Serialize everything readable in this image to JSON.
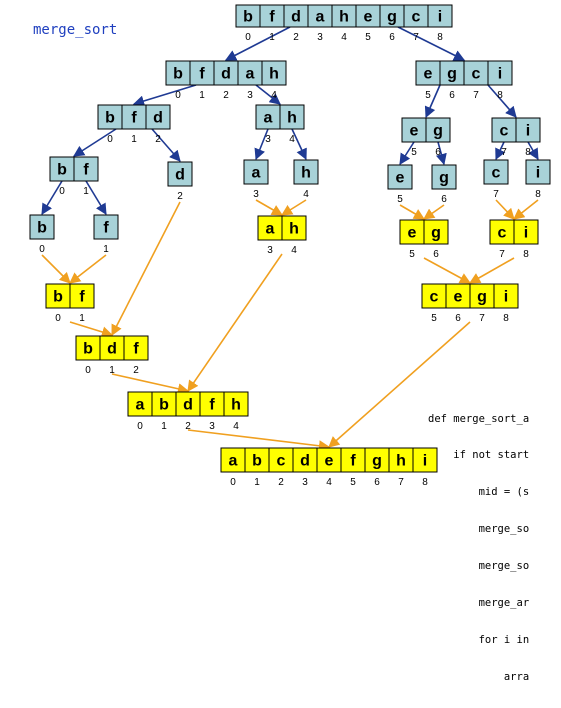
{
  "title": "merge_sort",
  "colors": {
    "split_fill": "#a8d2d8",
    "merge_fill": "#ffff00",
    "split_arrow": "#1f3a93",
    "merge_arrow": "#f0a020",
    "title": "#1f3fbf"
  },
  "nodes": [
    {
      "id": "n0",
      "kind": "split",
      "letters": [
        "b",
        "f",
        "d",
        "a",
        "h",
        "e",
        "g",
        "c",
        "i"
      ],
      "indices": [
        "0",
        "1",
        "2",
        "3",
        "4",
        "5",
        "6",
        "7",
        "8"
      ]
    },
    {
      "id": "n1",
      "kind": "split",
      "letters": [
        "b",
        "f",
        "d",
        "a",
        "h"
      ],
      "indices": [
        "0",
        "1",
        "2",
        "3",
        "4"
      ]
    },
    {
      "id": "n2",
      "kind": "split",
      "letters": [
        "e",
        "g",
        "c",
        "i"
      ],
      "indices": [
        "5",
        "6",
        "7",
        "8"
      ]
    },
    {
      "id": "n3",
      "kind": "split",
      "letters": [
        "b",
        "f",
        "d"
      ],
      "indices": [
        "0",
        "1",
        "2"
      ]
    },
    {
      "id": "n4",
      "kind": "split",
      "letters": [
        "a",
        "h"
      ],
      "indices": [
        "3",
        "4"
      ]
    },
    {
      "id": "n5",
      "kind": "split",
      "letters": [
        "e",
        "g"
      ],
      "indices": [
        "5",
        "6"
      ]
    },
    {
      "id": "n6",
      "kind": "split",
      "letters": [
        "c",
        "i"
      ],
      "indices": [
        "7",
        "8"
      ]
    },
    {
      "id": "n7",
      "kind": "split",
      "letters": [
        "b",
        "f"
      ],
      "indices": [
        "0",
        "1"
      ]
    },
    {
      "id": "n8",
      "kind": "split",
      "letters": [
        "d"
      ],
      "indices": [
        "2"
      ]
    },
    {
      "id": "n9",
      "kind": "split",
      "letters": [
        "a"
      ],
      "indices": [
        "3"
      ]
    },
    {
      "id": "n10",
      "kind": "split",
      "letters": [
        "h"
      ],
      "indices": [
        "4"
      ]
    },
    {
      "id": "n11",
      "kind": "split",
      "letters": [
        "e"
      ],
      "indices": [
        "5"
      ]
    },
    {
      "id": "n12",
      "kind": "split",
      "letters": [
        "g"
      ],
      "indices": [
        "6"
      ]
    },
    {
      "id": "n13",
      "kind": "split",
      "letters": [
        "c"
      ],
      "indices": [
        "7"
      ]
    },
    {
      "id": "n14",
      "kind": "split",
      "letters": [
        "i"
      ],
      "indices": [
        "8"
      ]
    },
    {
      "id": "n15",
      "kind": "split",
      "letters": [
        "b"
      ],
      "indices": [
        "0"
      ]
    },
    {
      "id": "n16",
      "kind": "split",
      "letters": [
        "f"
      ],
      "indices": [
        "1"
      ]
    },
    {
      "id": "m0",
      "kind": "merge",
      "letters": [
        "a",
        "h"
      ],
      "indices": [
        "3",
        "4"
      ]
    },
    {
      "id": "m1",
      "kind": "merge",
      "letters": [
        "e",
        "g"
      ],
      "indices": [
        "5",
        "6"
      ]
    },
    {
      "id": "m2",
      "kind": "merge",
      "letters": [
        "c",
        "i"
      ],
      "indices": [
        "7",
        "8"
      ]
    },
    {
      "id": "m3",
      "kind": "merge",
      "letters": [
        "b",
        "f"
      ],
      "indices": [
        "0",
        "1"
      ]
    },
    {
      "id": "m4",
      "kind": "merge",
      "letters": [
        "c",
        "e",
        "g",
        "i"
      ],
      "indices": [
        "5",
        "6",
        "7",
        "8"
      ]
    },
    {
      "id": "m5",
      "kind": "merge",
      "letters": [
        "b",
        "d",
        "f"
      ],
      "indices": [
        "0",
        "1",
        "2"
      ]
    },
    {
      "id": "m6",
      "kind": "merge",
      "letters": [
        "a",
        "b",
        "d",
        "f",
        "h"
      ],
      "indices": [
        "0",
        "1",
        "2",
        "3",
        "4"
      ]
    },
    {
      "id": "m7",
      "kind": "merge",
      "letters": [
        "a",
        "b",
        "c",
        "d",
        "e",
        "f",
        "g",
        "h",
        "i"
      ],
      "indices": [
        "0",
        "1",
        "2",
        "3",
        "4",
        "5",
        "6",
        "7",
        "8"
      ]
    }
  ],
  "code_lines": [
    "def merge_sort_a",
    "    if not start",
    "        mid = (s",
    "        merge_so",
    "        merge_so",
    "        merge_ar",
    "        for i in",
    "            arra"
  ]
}
